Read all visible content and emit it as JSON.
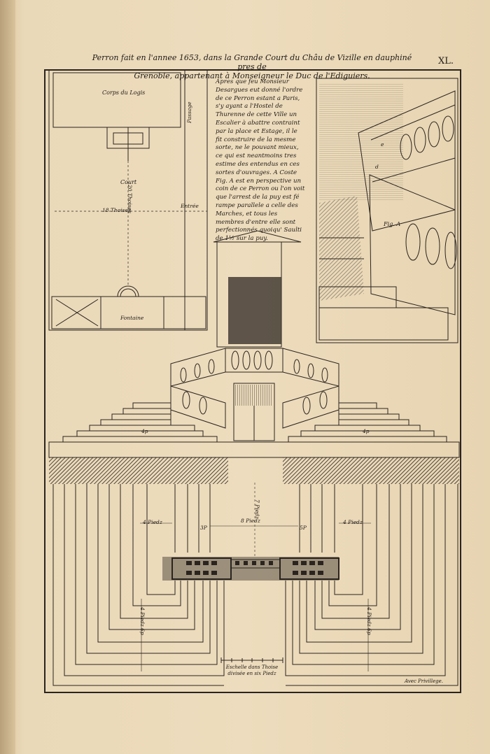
{
  "plate": {
    "title_line1": "Perron fait en l'annee 1653, dans la Grande Court du Châu de Vizille en dauphiné pres de",
    "title_line2": "Grenoble, appartenant à Monseigneur le Duc de l'Ediguiers.",
    "number": "XL.",
    "privilege": "Avec Privillege."
  },
  "description": {
    "text": "Apres que feu Monsieur Desargues eut donné l'ordre de ce Perron estant a Paris, s'y ayant a l'Hostel de Thurenne de cette Ville un Escalier à abattre contraint par la place et Estage, il le fit construire de la mesme sorte, ne le pouvant mieux, ce qui est neantmoins tres estime des entendus en ces sortes d'ouvrages. A Coste Fig. A est en perspective un coin de ce Perron ou l'on voit que l'arrest de la puy est fé rampe parallele a celle des Marches, et tous les membres d'entre elle sont perfectionnés quoiqu' Saulti de 1½ sur la puy."
  },
  "plan_labels": {
    "corps_du_logis": "Corps du Logis",
    "passage": "Passage",
    "court": "Court",
    "court_width": "18 Thoises",
    "court_depth": "20 Thoises",
    "entree": "Entrée",
    "fontaine": "Fontaine"
  },
  "perspective_label": "Fig. A",
  "perspective_letters": [
    "e",
    "d"
  ],
  "elevation_labels": {
    "step_mark_left": "4p",
    "step_mark_right": "4p"
  },
  "stair_plan_labels": {
    "center_width": "8 Piedz",
    "center_depth": "7 Piedz",
    "left_landing": "4 Piedz",
    "right_landing": "4 Piedz",
    "left_run": "4 Piedz 6p",
    "right_run": "4 Piedz 6p",
    "step_3p": "3P",
    "step_5p": "5P"
  },
  "scale": {
    "caption": "Eschelle dans Thoise divisée en six Piedz"
  },
  "colors": {
    "paper": "#eddcbd",
    "ink": "#2a2420"
  }
}
